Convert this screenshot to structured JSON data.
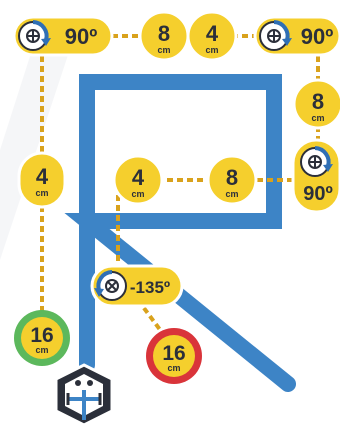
{
  "colors": {
    "background": "#ffffff",
    "background_stripe": "#eceef2",
    "path": "#3d84c6",
    "dotted_connector": "#d9a21c",
    "badge_fill": "#f5cf2d",
    "badge_border": "#ffffff",
    "text": "#2b2f3a",
    "rotate_arrow": "#2f6fb5",
    "robot_dark": "#2b2f3a",
    "start_ring": "#5cb85c",
    "end_ring": "#d9343a"
  },
  "turns": [
    {
      "id": "turn-top-left",
      "label": "90º",
      "direction": "clockwise",
      "icon": "rotate-clockwise-icon"
    },
    {
      "id": "turn-top-right",
      "label": "90º",
      "direction": "clockwise",
      "icon": "rotate-clockwise-icon"
    },
    {
      "id": "turn-right",
      "label": "90º",
      "direction": "clockwise",
      "icon": "rotate-clockwise-icon"
    },
    {
      "id": "turn-diagonal",
      "label": "-135º",
      "direction": "counterclockwise",
      "icon": "rotate-counterclockwise-icon"
    }
  ],
  "distances": [
    {
      "id": "dist-top-1",
      "value": "8",
      "unit": "cm"
    },
    {
      "id": "dist-top-2",
      "value": "4",
      "unit": "cm"
    },
    {
      "id": "dist-right",
      "value": "8",
      "unit": "cm"
    },
    {
      "id": "dist-left",
      "value": "4",
      "unit": "cm"
    },
    {
      "id": "dist-mid-1",
      "value": "4",
      "unit": "cm"
    },
    {
      "id": "dist-mid-2",
      "value": "8",
      "unit": "cm"
    }
  ],
  "start": {
    "value": "16",
    "unit": "cm",
    "ring": "green"
  },
  "end": {
    "value": "16",
    "unit": "cm",
    "ring": "red"
  },
  "robot": {
    "icon": "robot-icon"
  }
}
